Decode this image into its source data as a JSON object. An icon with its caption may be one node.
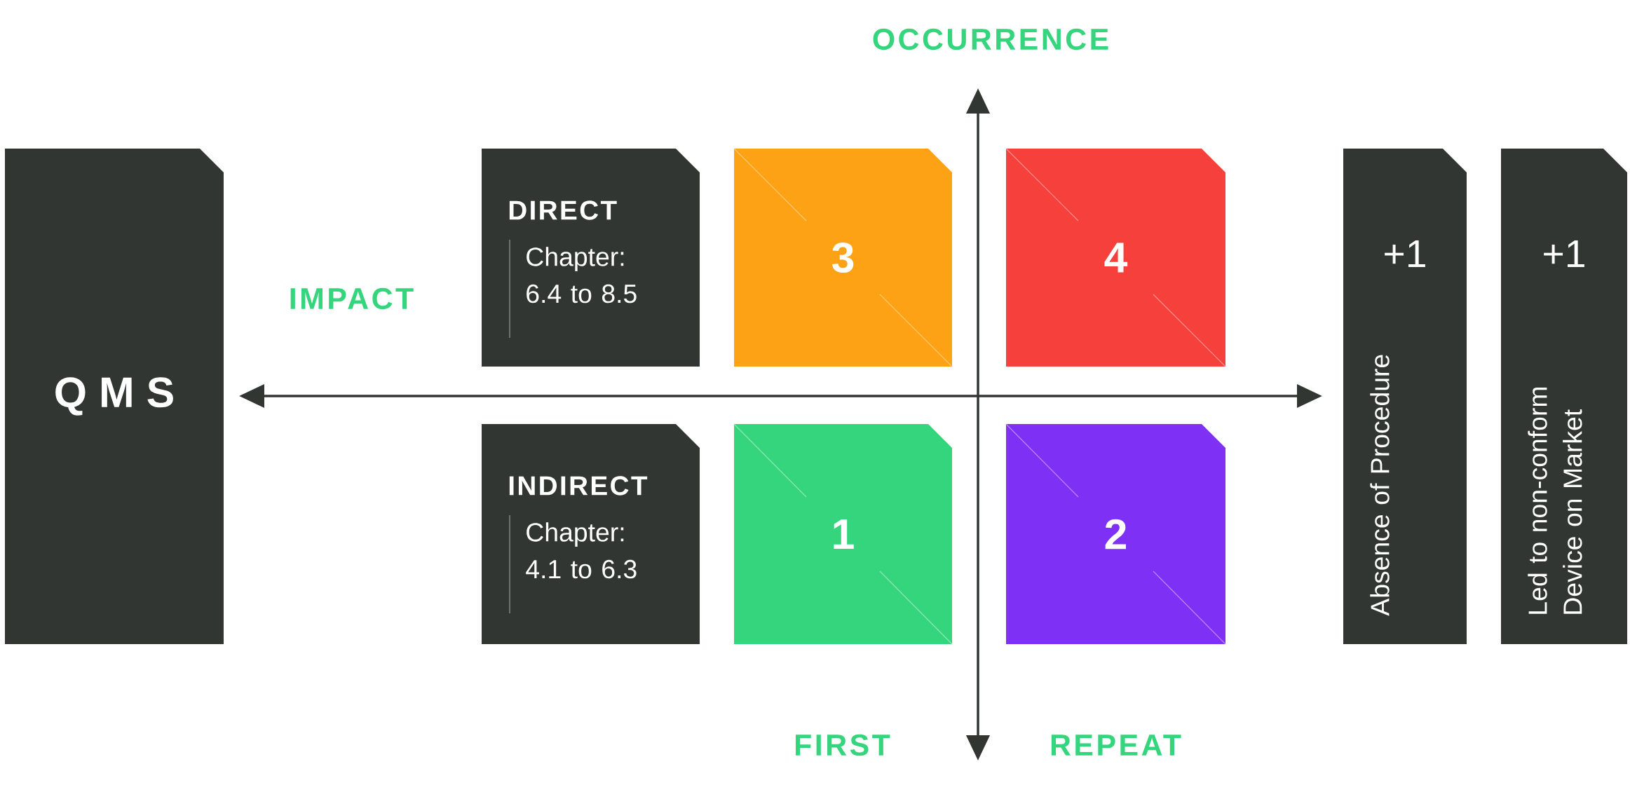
{
  "diagram": {
    "nodes": [
      {
        "text": [
          "Q M S"
        ]
      },
      {
        "text": [
          "DIRECT",
          "Chapter: 6.4 to 8.5"
        ]
      },
      {
        "text": [
          "3"
        ]
      },
      {
        "text": [
          "4"
        ]
      },
      {
        "text": [
          "INDIRECT",
          "Chapter: 4.1 to 6.3"
        ]
      },
      {
        "text": [
          "1"
        ]
      },
      {
        "text": [
          "2"
        ]
      },
      {
        "text": [
          "+1",
          "Absence of Procedure"
        ]
      },
      {
        "text": [
          "+1",
          "Led to non-conform Device on Market"
        ]
      }
    ],
    "labels": [
      "OCCURRENCE",
      "IMPACT",
      "FIRST",
      "REPEAT"
    ]
  }
}
